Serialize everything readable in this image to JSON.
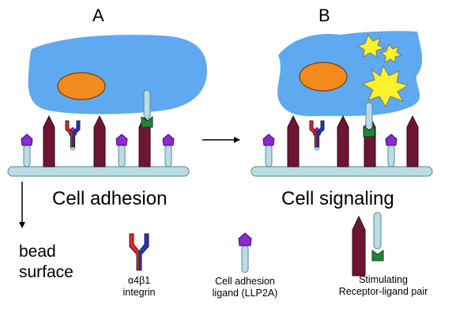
{
  "panels": {
    "a": {
      "label": "A",
      "caption": "Cell adhesion"
    },
    "b": {
      "label": "B",
      "caption": "Cell signaling"
    }
  },
  "bead_surface": {
    "line1": "bead",
    "line2": "surface"
  },
  "legend": {
    "integrin": {
      "line1": "α4β1",
      "line2": "integrin"
    },
    "adhesion_ligand": {
      "line1": "Cell adhesion",
      "line2": "ligand (LLP2A)"
    },
    "receptor_pair": {
      "line1": "Stimulating",
      "line2": "Receptor-ligand pair"
    }
  },
  "colors": {
    "cell": "#5fa9f0",
    "nucleus": "#f28a1e",
    "bead": "#b9dde3",
    "ligand_head": "#8b2ad0",
    "receptor": "#6e1535",
    "receptor_ligand": "#22863a",
    "integrin_red": "#ee2222",
    "integrin_blue": "#2233cc",
    "burst": "#fff22a"
  }
}
